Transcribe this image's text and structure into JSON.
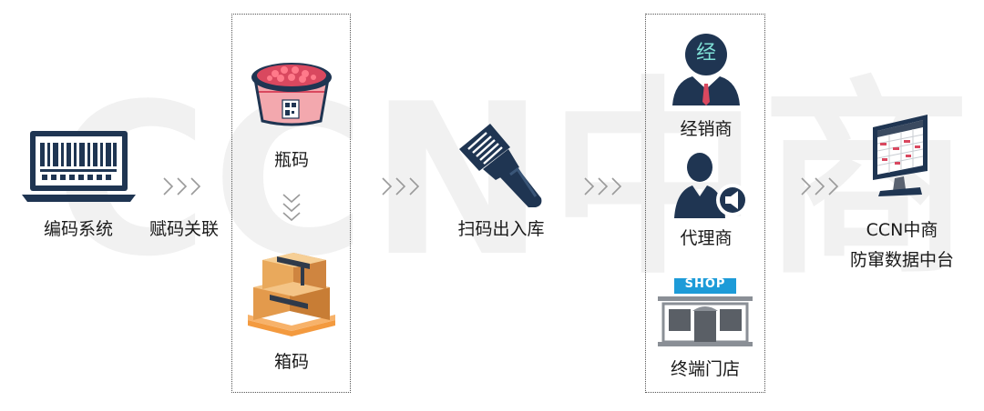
{
  "watermark": "CCN中商",
  "steps": {
    "encode": "编码系统",
    "bind": "赋码关联",
    "bottle": "瓶码",
    "box": "箱码",
    "scan": "扫码出入库",
    "dealer": "经销商",
    "dealer_badge": "经",
    "agent": "代理商",
    "store": "终端门店",
    "store_sign": "SHOP",
    "platform_line1": "CCN中商",
    "platform_line2": "防窜数据中台"
  },
  "icons": {
    "encode": "barcode-laptop-icon",
    "bottle": "bottle-jar-icon",
    "box": "carton-pallet-icon",
    "scan": "barcode-scanner-icon",
    "dealer": "businessman-icon",
    "agent": "agent-megaphone-icon",
    "store": "shop-storefront-icon",
    "platform": "monitor-dashboard-icon",
    "flow": "chevron-right-icon"
  },
  "colors": {
    "navy": "#1f3552",
    "red": "#d9485f",
    "pink": "#f3a8ae",
    "cardboard": "#e9a95c",
    "pallet": "#f39a3f",
    "shop_blue": "#1d9bd8",
    "chevron": "#9a9a9a"
  }
}
